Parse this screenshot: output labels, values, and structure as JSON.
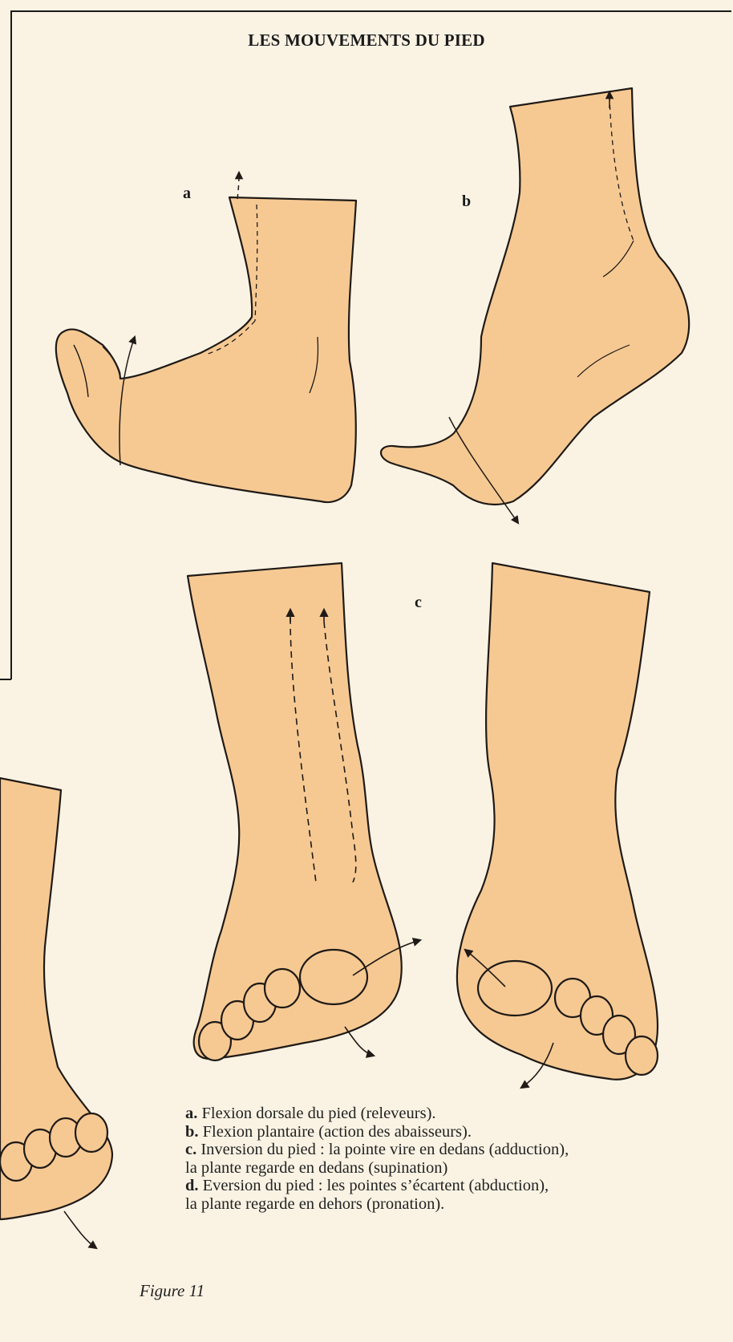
{
  "title": "LES MOUVEMENTS DU PIED",
  "labels": {
    "a": "a",
    "b": "b",
    "c": "c"
  },
  "caption": [
    {
      "key": "a.",
      "text": " Flexion dorsale du pied (releveurs)."
    },
    {
      "key": "b.",
      "text": " Flexion plantaire (action des abaisseurs)."
    },
    {
      "key": "c.",
      "text": " Inversion du pied : la pointe vire en dedans (adduction),"
    },
    {
      "key": "",
      "text": "la plante regarde en dedans (supination)"
    },
    {
      "key": "d.",
      "text": " Eversion du pied : les pointes s’écartent (abduction),"
    },
    {
      "key": "",
      "text": "la plante regarde en dehors (pronation)."
    }
  ],
  "figure_label": "Figure 11",
  "colors": {
    "skin": "#f6c993",
    "outline": "#1f1a16",
    "paper": "#faf3e4"
  }
}
